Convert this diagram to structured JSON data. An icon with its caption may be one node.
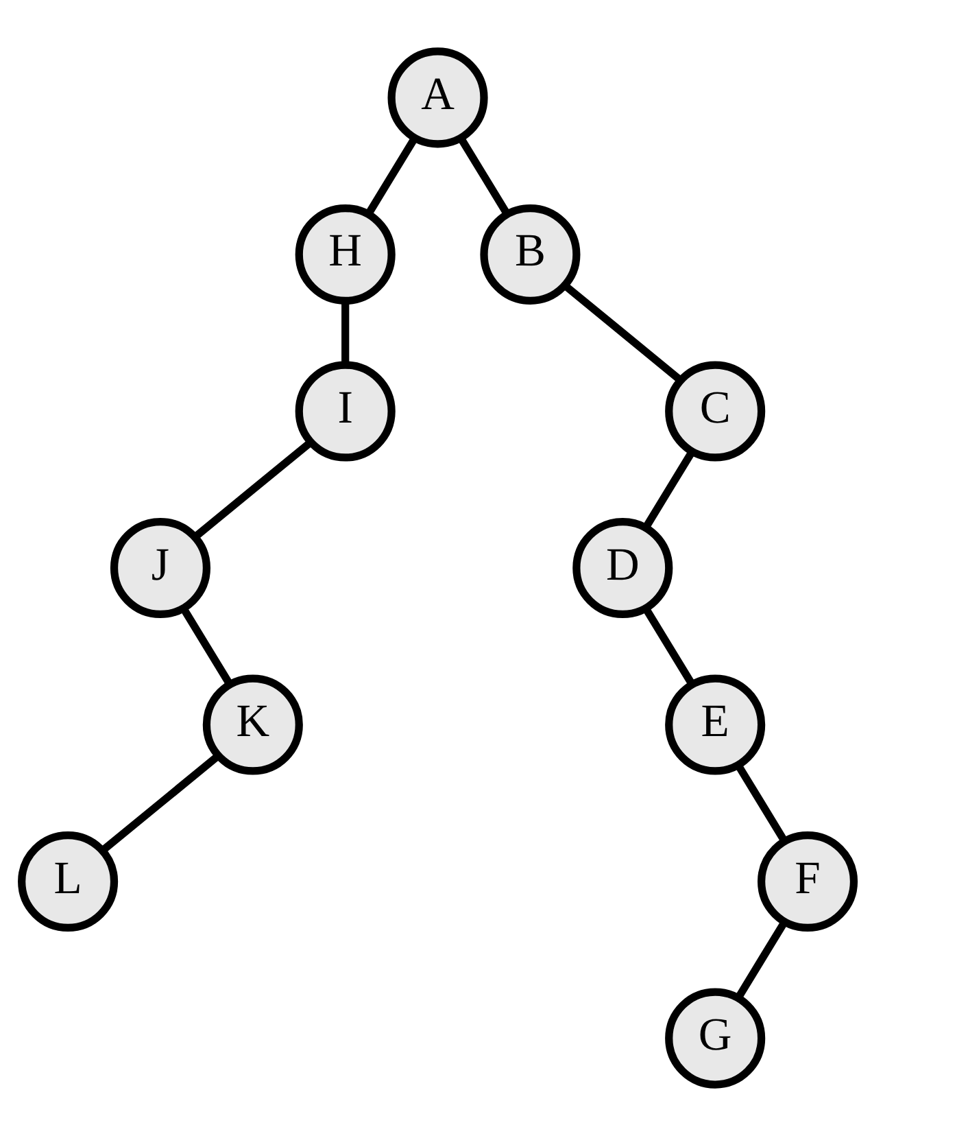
{
  "diagram": {
    "nodes": [
      {
        "text": [
          "A"
        ]
      },
      {
        "text": [
          "H"
        ]
      },
      {
        "text": [
          "B"
        ]
      },
      {
        "text": [
          "I"
        ]
      },
      {
        "text": [
          "C"
        ]
      },
      {
        "text": [
          "J"
        ]
      },
      {
        "text": [
          "D"
        ]
      },
      {
        "text": [
          "E"
        ]
      },
      {
        "text": [
          "K"
        ]
      },
      {
        "text": [
          "F"
        ]
      },
      {
        "text": [
          "L"
        ]
      },
      {
        "text": [
          "G"
        ]
      }
    ],
    "edges": [
      {
        "from": 0,
        "to": 1,
        "arrow": "none"
      },
      {
        "from": 0,
        "to": 2,
        "arrow": "none"
      },
      {
        "from": 1,
        "to": 3,
        "arrow": "none"
      },
      {
        "from": 2,
        "to": 4,
        "arrow": "none"
      },
      {
        "from": 3,
        "to": 5,
        "arrow": "none"
      },
      {
        "from": 4,
        "to": 6,
        "arrow": "none"
      },
      {
        "from": 5,
        "to": 8,
        "arrow": "none"
      },
      {
        "from": 6,
        "to": 7,
        "arrow": "none"
      },
      {
        "from": 8,
        "to": 10,
        "arrow": "none"
      },
      {
        "from": 7,
        "to": 9,
        "arrow": "none"
      },
      {
        "from": 9,
        "to": 11,
        "arrow": "none"
      }
    ]
  }
}
